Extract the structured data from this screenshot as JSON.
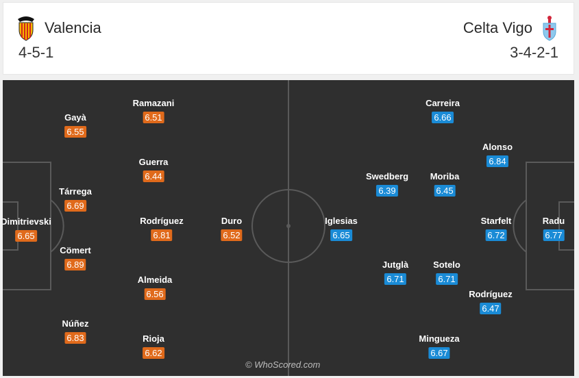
{
  "colors": {
    "home_rating": "#e06a1b",
    "away_rating": "#1a8bd6",
    "pitch": "#2f2f2f"
  },
  "home": {
    "name": "Valencia",
    "formation": "4-5-1",
    "crest_icon": "valencia-bat-crest-icon",
    "players": [
      {
        "name": "Dimitrievski",
        "rating": "6.65"
      },
      {
        "name": "Gayà",
        "rating": "6.55"
      },
      {
        "name": "Tárrega",
        "rating": "6.69"
      },
      {
        "name": "Cömert",
        "rating": "6.89"
      },
      {
        "name": "Núñez",
        "rating": "6.83"
      },
      {
        "name": "Ramazani",
        "rating": "6.51"
      },
      {
        "name": "Guerra",
        "rating": "6.44"
      },
      {
        "name": "Rodríguez",
        "rating": "6.81"
      },
      {
        "name": "Almeida",
        "rating": "6.56"
      },
      {
        "name": "Rioja",
        "rating": "6.62"
      },
      {
        "name": "Duro",
        "rating": "6.52"
      }
    ]
  },
  "away": {
    "name": "Celta Vigo",
    "formation": "3-4-2-1",
    "crest_icon": "celta-vigo-cross-crest-icon",
    "players": [
      {
        "name": "Radu",
        "rating": "6.77"
      },
      {
        "name": "Alonso",
        "rating": "6.84"
      },
      {
        "name": "Starfelt",
        "rating": "6.72"
      },
      {
        "name": "Rodríguez",
        "rating": "6.47"
      },
      {
        "name": "Carreira",
        "rating": "6.66"
      },
      {
        "name": "Moriba",
        "rating": "6.45"
      },
      {
        "name": "Sotelo",
        "rating": "6.71"
      },
      {
        "name": "Mingueza",
        "rating": "6.67"
      },
      {
        "name": "Swedberg",
        "rating": "6.39"
      },
      {
        "name": "Jutglà",
        "rating": "6.71"
      },
      {
        "name": "Iglesias",
        "rating": "6.65"
      }
    ]
  },
  "watermark": "© WhoScored.com"
}
